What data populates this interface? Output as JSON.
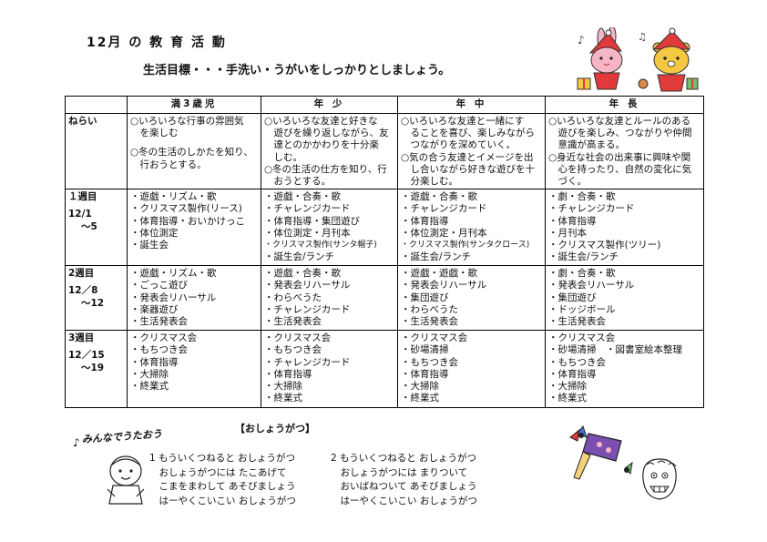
{
  "title": "12月 の 教 育 活 動",
  "goal": "生活目標・・・手洗い・うがいをしっかりとしましょう。",
  "table": {
    "headers": [
      "",
      "満3歳児",
      "年 少",
      "年 中",
      "年 長"
    ],
    "aim_label": "ねらい",
    "aims": [
      [
        "○いろいろな行事の雰囲気",
        "　を楽しむ",
        "",
        "○冬の生活のしかたを知り、",
        "　行おうとする。"
      ],
      [
        "○いろいろな友達と好きな",
        "　遊びを繰り返しながら、友",
        "　達とのかかわりを十分楽",
        "　しむ。",
        "○冬の生活の仕方を知り、行",
        "　おうとする。"
      ],
      [
        "○いろいろな友達と一緒にす",
        "　ることを喜び、楽しみながら",
        "　つながりを深めていく。",
        "○気の合う友達とイメージを出",
        "　し合いながら好きな遊びを十",
        "　分楽しむ。"
      ],
      [
        "○いろいろな友達とルールのある",
        "　遊びを楽しみ、つながりや仲間",
        "　意識が高まる。",
        "○身近な社会の出来事に興味や関",
        "　心を持ったり、自然の変化に気",
        "　づく。"
      ]
    ],
    "weeks": [
      {
        "label": "１週目",
        "dates": [
          "12/1",
          "～5"
        ],
        "cells": [
          [
            "・遊戯・リズム・歌",
            "・クリスマス製作(リース)",
            "・体育指導・おいかけっこ",
            "・体位測定",
            "・誕生会"
          ],
          [
            "・遊戯・合奏・歌",
            "・チャレンジカード",
            "・体育指導・集団遊び",
            "・体位測定・月刊本",
            "・クリスマス製作(サンタ帽子)",
            "・誕生会/ランチ"
          ],
          [
            "・遊戯・合奏・歌",
            "・チャレンジカード",
            "・体育指導",
            "・体位測定・月刊本",
            "・クリスマス製作(サンタクロース)",
            "・誕生会/ランチ"
          ],
          [
            "・劇・合奏・歌",
            "・チャレンジカード",
            "・体育指導",
            "・月刊本",
            "・クリスマス製作(ツリー)",
            "・誕生会/ランチ"
          ]
        ]
      },
      {
        "label": "2週目",
        "dates": [
          "12／8",
          "～12"
        ],
        "cells": [
          [
            "・遊戯・リズム・歌",
            "・ごっこ遊び",
            "・発表会リハーサル",
            "・楽器遊び",
            "・生活発表会"
          ],
          [
            "・遊戯・合奏・歌",
            "・発表会リハーサル",
            "・わらべうた",
            "・チャレンジカード",
            "・生活発表会"
          ],
          [
            "・遊戯・遊戯・歌",
            "・発表会リハーサル",
            "・集団遊び",
            "・わらべうた",
            "・生活発表会"
          ],
          [
            "・劇・合奏・歌",
            "・発表会リハーサル",
            "・集団遊び",
            "・ドッジボール",
            "・生活発表会"
          ]
        ]
      },
      {
        "label": "3週目",
        "dates": [
          "12／15",
          "～19"
        ],
        "cells": [
          [
            "・クリスマス会",
            "・もちつき会",
            "・体育指導",
            "・大掃除",
            "・終業式"
          ],
          [
            "・クリスマス会",
            "・もちつき会",
            "・チャレンジカード",
            "・体育指導",
            "・大掃除",
            "・終業式"
          ],
          [
            "・クリスマス会",
            "・砂場清掃",
            "・もちつき会",
            "・体育指導",
            "・大掃除",
            "・終業式"
          ],
          [
            "・クリスマス会",
            "・砂場清掃　・図書室絵本整理",
            "・もちつき会",
            "・体育指導",
            "・大掃除",
            "・終業式"
          ]
        ]
      }
    ]
  },
  "song": {
    "heading": "みんなでうたおう",
    "name": "【おしょうがつ】",
    "verse1": [
      "1  もういくつねると  おしょうがつ",
      "　おしょうがつには  たこあげて",
      "　こまをまわして  あそびましょう",
      "　はーやくこいこい  おしょうがつ"
    ],
    "verse2": [
      "2  もういくつねると  おしょうがつ",
      "　おしょうがつには  まりついて",
      "　おいばねついて  あそびましょう",
      "　はーやくこいこい  おしょうがつ"
    ]
  },
  "colors": {
    "rabbit": "#f6b6c8",
    "bear": "#f5c842",
    "santa_red": "#e03a3a"
  }
}
